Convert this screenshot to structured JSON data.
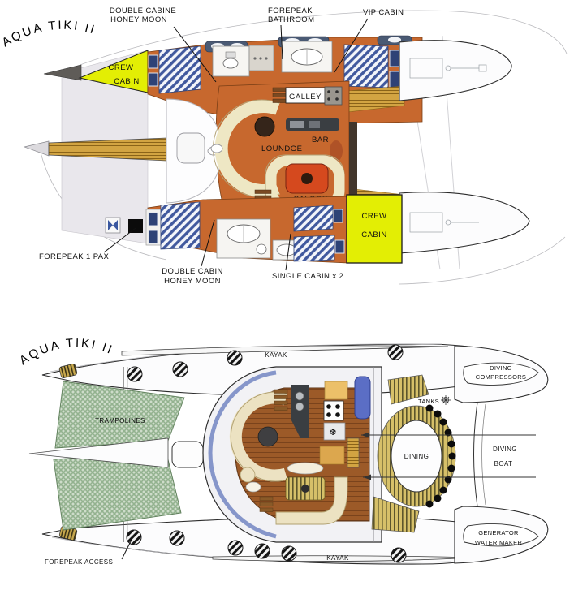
{
  "colors": {
    "cabin_floor_orange": "#c7682e",
    "crew_cabin_yellow": "#e3ee04",
    "saloon_table_red": "#d5491e",
    "sofa_cream": "#eee7c4",
    "teak_deck": "#d2a442",
    "wood_floor_brown": "#9c5a28",
    "trampoline_green": "#b4cdb0",
    "mattress_stripe_blue": "#41599e",
    "sunpad_blue": "#5b6ec5",
    "counter_dark": "#3a3e42",
    "hull_white": "#fcfcfd",
    "foredeck_gray": "#e9e7ec"
  },
  "upper_deck": {
    "title": "AQUA TIKI II",
    "labels": {
      "double_cabine_line1": "DOUBLE CABINE",
      "double_cabine_line2": "HONEY MOON",
      "forepeak_bathroom_line1": "FOREPEAK",
      "forepeak_bathroom_line2": "BATHROOM",
      "vip_cabin": "VIP CABIN",
      "crew_cabin_fwd_line1": "CREW",
      "crew_cabin_fwd_line2": "CABIN",
      "galley": "GALLEY",
      "bar": "BAR",
      "lounge": "LOUNDGE",
      "saloon": "SALOON",
      "crew_cabin_aft_line1": "CREW",
      "crew_cabin_aft_line2": "CABIN",
      "forepeak_1_pax": "FOREPEAK 1 PAX",
      "double_cabin_line1": "DOUBLE CABIN",
      "double_cabin_line2": "HONEY MOON",
      "single_cabin": "SINGLE CABIN x 2"
    }
  },
  "lower_deck": {
    "title": "AQUA TIKI II",
    "labels": {
      "kayak_top": "KAYAK",
      "kayak_bottom": "KAYAK",
      "trampolines": "TRAMPOLINES",
      "tanks": "TANKS",
      "dining": "DINING",
      "diving_compressors_line1": "DIVING",
      "diving_compressors_line2": "COMPRESSORS",
      "diving_boat_line1": "DIVING",
      "diving_boat_line2": "BOAT",
      "generator_line1": "GENERATOR",
      "generator_line2": "WATER MAKER",
      "forepeak_access": "FOREPEAK ACCESS"
    }
  }
}
